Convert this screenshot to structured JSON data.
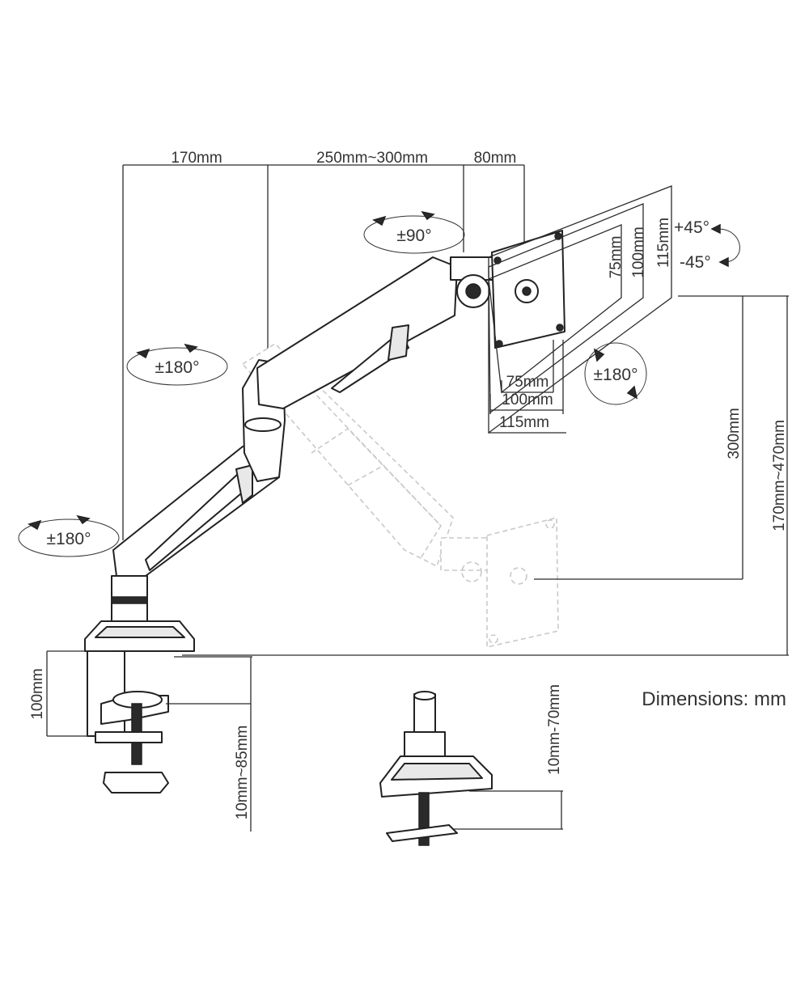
{
  "dimensions": {
    "arm_base": "170mm",
    "arm_reach": "250mm~300mm",
    "head_offset": "80mm",
    "vesa_h_inner": "75mm",
    "vesa_h_mid": "100mm",
    "vesa_h_outer": "115mm",
    "vesa_v_inner": "75mm",
    "vesa_v_mid": "100mm",
    "vesa_v_outer": "115mm",
    "height_adjust": "300mm",
    "total_height": "170mm~470mm",
    "clamp_height": "100mm",
    "clamp_range": "10mm~85mm",
    "grommet_range": "10mm-70mm"
  },
  "rotations": {
    "head_swivel": "±90°",
    "middle_joint": "±180°",
    "base_joint": "±180°",
    "screen_rotate": "±180°",
    "tilt_up": "+45°",
    "tilt_down": "-45°"
  },
  "caption": "Dimensions: mm"
}
